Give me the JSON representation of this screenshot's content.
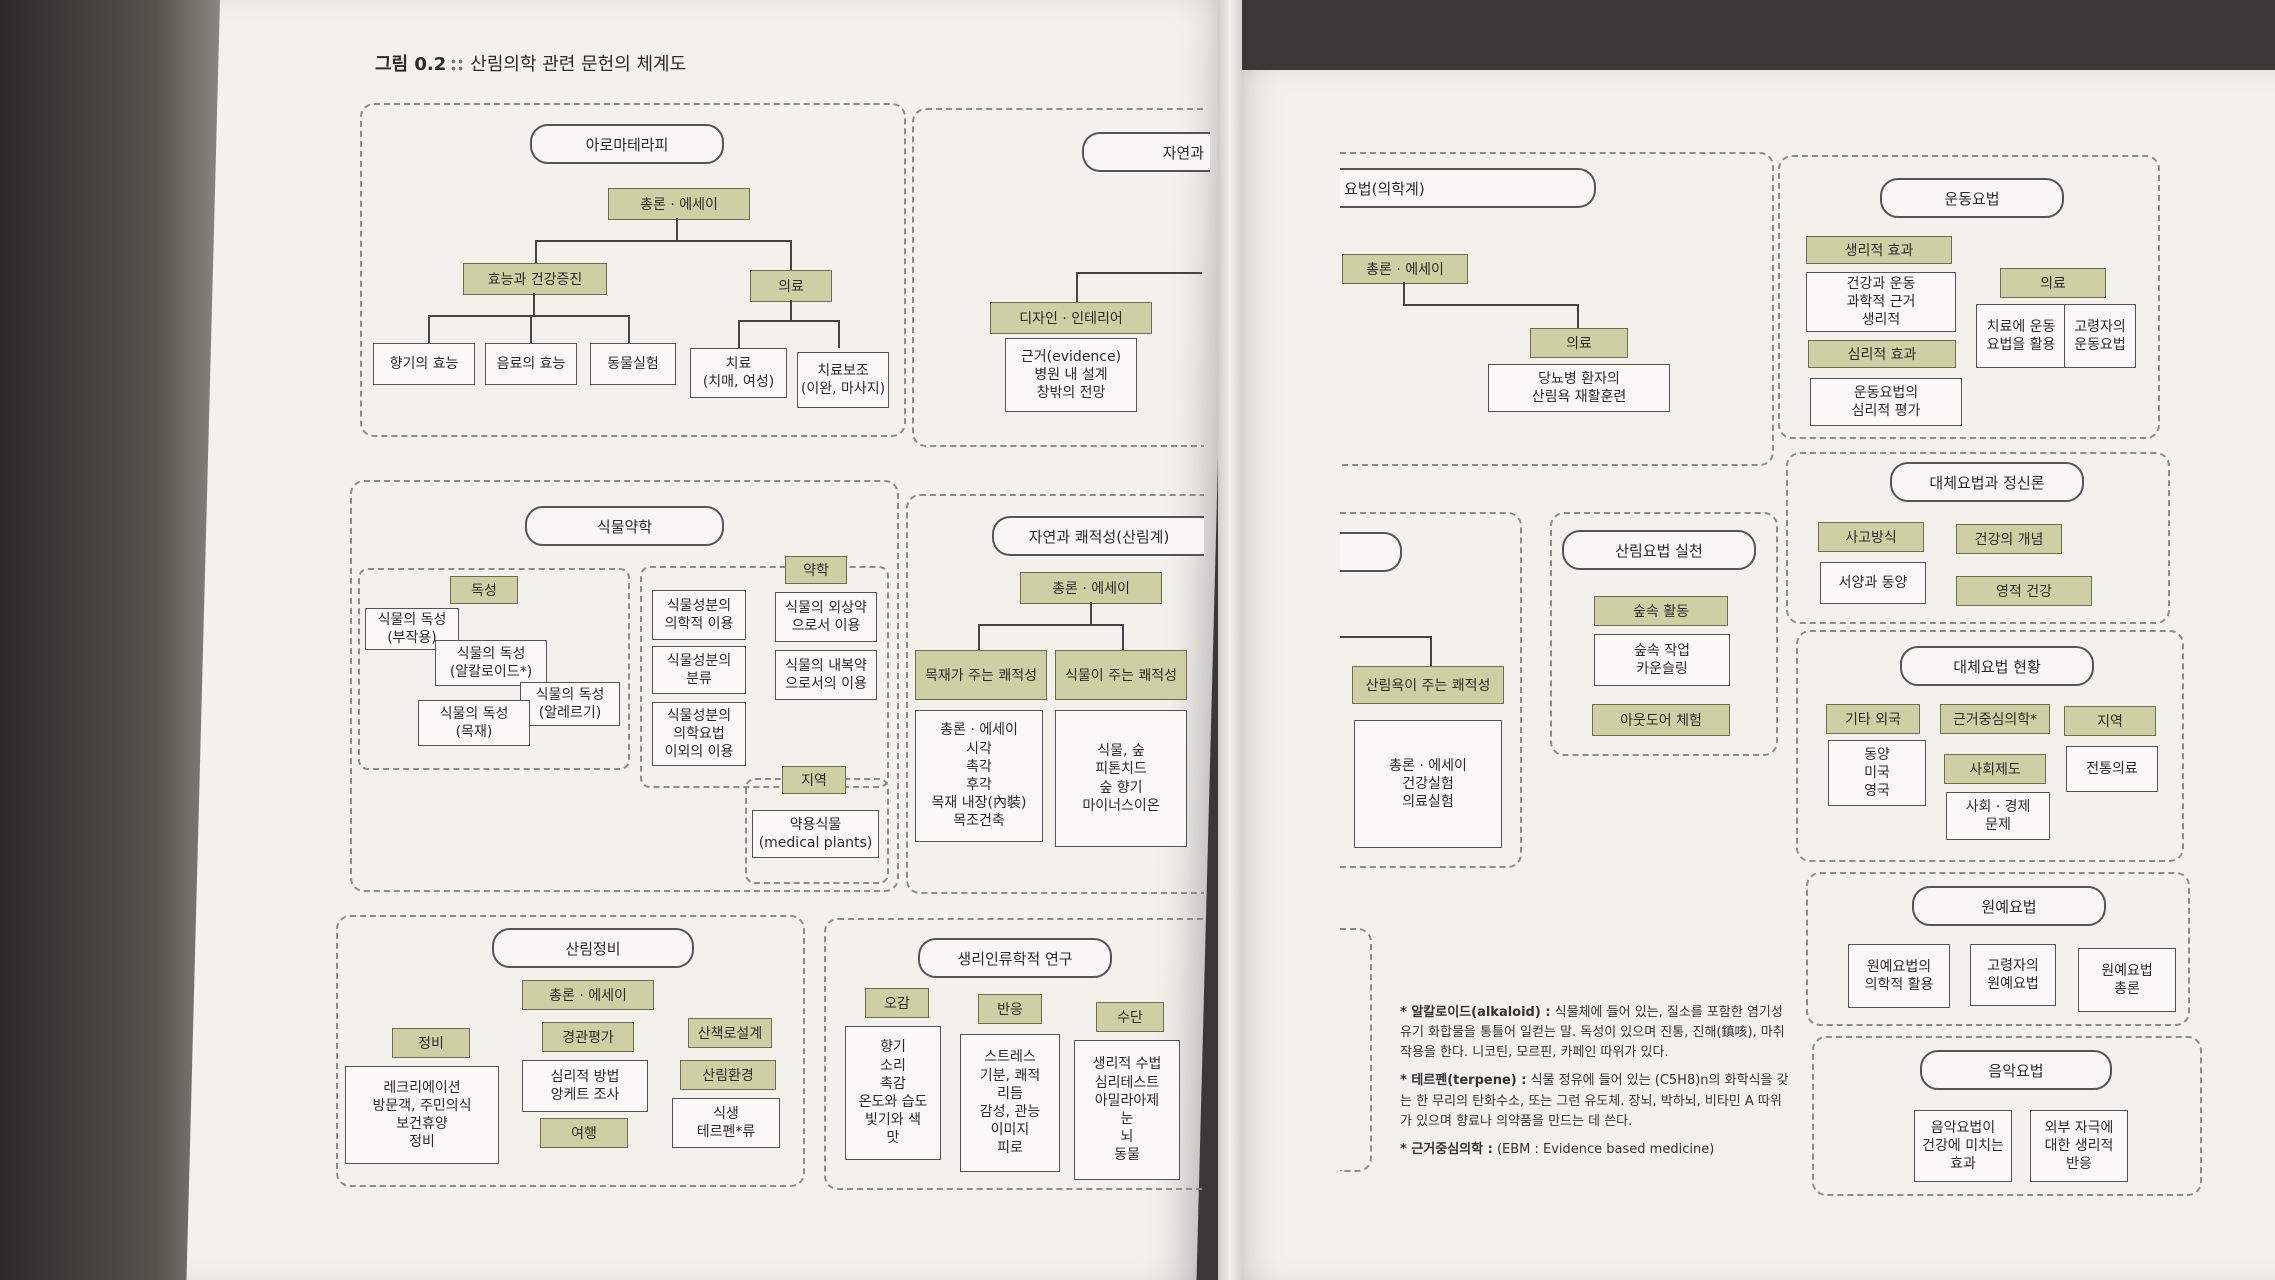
{
  "figure": {
    "label": "그림 0.2",
    "title": "산림의학 관련 문헌의 체계도"
  },
  "aroma": {
    "title": "아로마테라피",
    "general": "총론 · 에세이",
    "efficacy": "효능과 건강증진",
    "medical": "의료",
    "items": [
      "향기의 효능",
      "음료의 효능",
      "동물실험",
      "치료\n(치매, 여성)",
      "치료보조\n(이완, 마사지)"
    ]
  },
  "nature_design": {
    "title": "자연과",
    "design": "디자인 · 인테리어",
    "evidence": "근거(evidence)\n병원 내 설계\n창밖의 전망"
  },
  "therapy_medicine": {
    "title": "요법(의학계)",
    "general": "총론 · 에세이",
    "medical": "의료",
    "diabetes": "당뇨병 환자의\n산림욕 재활훈련"
  },
  "exercise": {
    "title": "운동요법",
    "physio": "생리적 효과",
    "physio_box": "건강과 운동\n과학적 근거\n생리적",
    "psych": "심리적 효과",
    "psych_box": "운동요법의\n심리적 평가",
    "medical": "의료",
    "med_box1": "치료에 운동\n요법을 활용",
    "med_box2": "고령자의\n운동요법"
  },
  "botany": {
    "title": "식물약학",
    "toxicity": "독성",
    "pharmacy": "약학",
    "region": "지역",
    "tox1": "식물의 독성\n(부작용)",
    "tox2": "식물의 독성\n(알칼로이드*)",
    "tox3": "식물의 독성\n(알레르기)",
    "tox4": "식물의 독성\n(목재)",
    "ph1": "식물성분의\n의학적 이용",
    "ph2": "식물성분의\n분류",
    "ph3": "식물성분의\n의학요법\n이외의 이용",
    "ph4": "식물의 외상약\n으로서 이용",
    "ph5": "식물의 내복약\n으로서의 이용",
    "medplant": "약용식물\n(medical plants)"
  },
  "nature_comfort": {
    "title": "자연과 쾌적성(산림계)",
    "general": "총론 · 에세이",
    "wood": "목재가 주는 쾌적성",
    "plant": "식물이 주는 쾌적성",
    "wood_box": "총론 · 에세이\n시각\n촉각\n후각\n목재 내장(內裝)\n목조건축",
    "plant_box": "식물, 숲\n피톤치드\n숲 향기\n마이너스이온"
  },
  "forest_bath": {
    "comfort": "산림욕이 주는 쾌적성",
    "box": "총론 · 에세이\n건강실험\n의료실험"
  },
  "forest_practice": {
    "title": "산림요법 실천",
    "activity": "숲속 활동",
    "work": "숲속 작업\n카운슬링",
    "outdoor": "아웃도어 체험"
  },
  "alt_mind": {
    "title": "대체요법과 정신론",
    "thinking": "사고방식",
    "health": "건강의 개념",
    "east_west": "서양과 동양",
    "spirit": "영적 건강"
  },
  "alt_status": {
    "title": "대체요법 현황",
    "foreign": "기타 외국",
    "ebm": "근거중심의학*",
    "region": "지역",
    "countries": "동양\n미국\n영국",
    "social": "사회제도",
    "socio_econ": "사회 · 경제\n문제",
    "traditional": "전통의료"
  },
  "forest_plan": {
    "title": "산림정비",
    "general": "총론 · 에세이",
    "maint": "정비",
    "eval": "경관평가",
    "trail": "산책로설계",
    "maint_box": "레크리에이션\n방문객, 주민의식\n보건휴양\n정비",
    "eval_box": "심리적 방법\n앙케트 조사",
    "env": "산림환경",
    "veg": "식생\n테르펜*류",
    "travel": "여행"
  },
  "physio_anthro": {
    "title": "생리인류학적 연구",
    "senses": "오감",
    "response": "반응",
    "means": "수단",
    "senses_box": "향기\n소리\n촉감\n온도와 습도\n빛기와 색\n맛",
    "response_box": "스트레스\n기분, 쾌적\n리듬\n감성, 관능\n이미지\n피로",
    "means_box": "생리적 수법\n심리테스트\n아밀라아제\n눈\n뇌\n동물"
  },
  "horti": {
    "title": "원예요법",
    "a": "원예요법의\n의학적 활용",
    "b": "고령자의\n원예요법",
    "c": "원예요법\n총론"
  },
  "music": {
    "title": "음악요법",
    "a": "음악요법이\n건강에 미치는\n효과",
    "b": "외부 자극에\n대한 생리적\n반응"
  },
  "notes": {
    "alkaloid_term": "* 알칼로이드(alkaloid) :",
    "alkaloid_text": "식물체에 들어 있는, 질소를 포함한 염기성 유기 화합물을 통틀어 일컫는 말. 독성이 있으며 진통, 진해(鎮咳), 마취 작용을 한다. 니코틴, 모르핀, 카페인 따위가 있다.",
    "terpene_term": "* 테르펜(terpene) :",
    "terpene_text": "식물 정유에 들어 있는 (C5H8)n의 화학식을 갖는 한 무리의 탄화수소, 또는 그런 유도체. 장뇌, 박하뇌, 비타민 A 따위가 있으며 향료나 의약품을 만드는 데 쓴다.",
    "ebm_term": "* 근거중심의학 :",
    "ebm_text": "(EBM : Evidence based medicine)"
  }
}
